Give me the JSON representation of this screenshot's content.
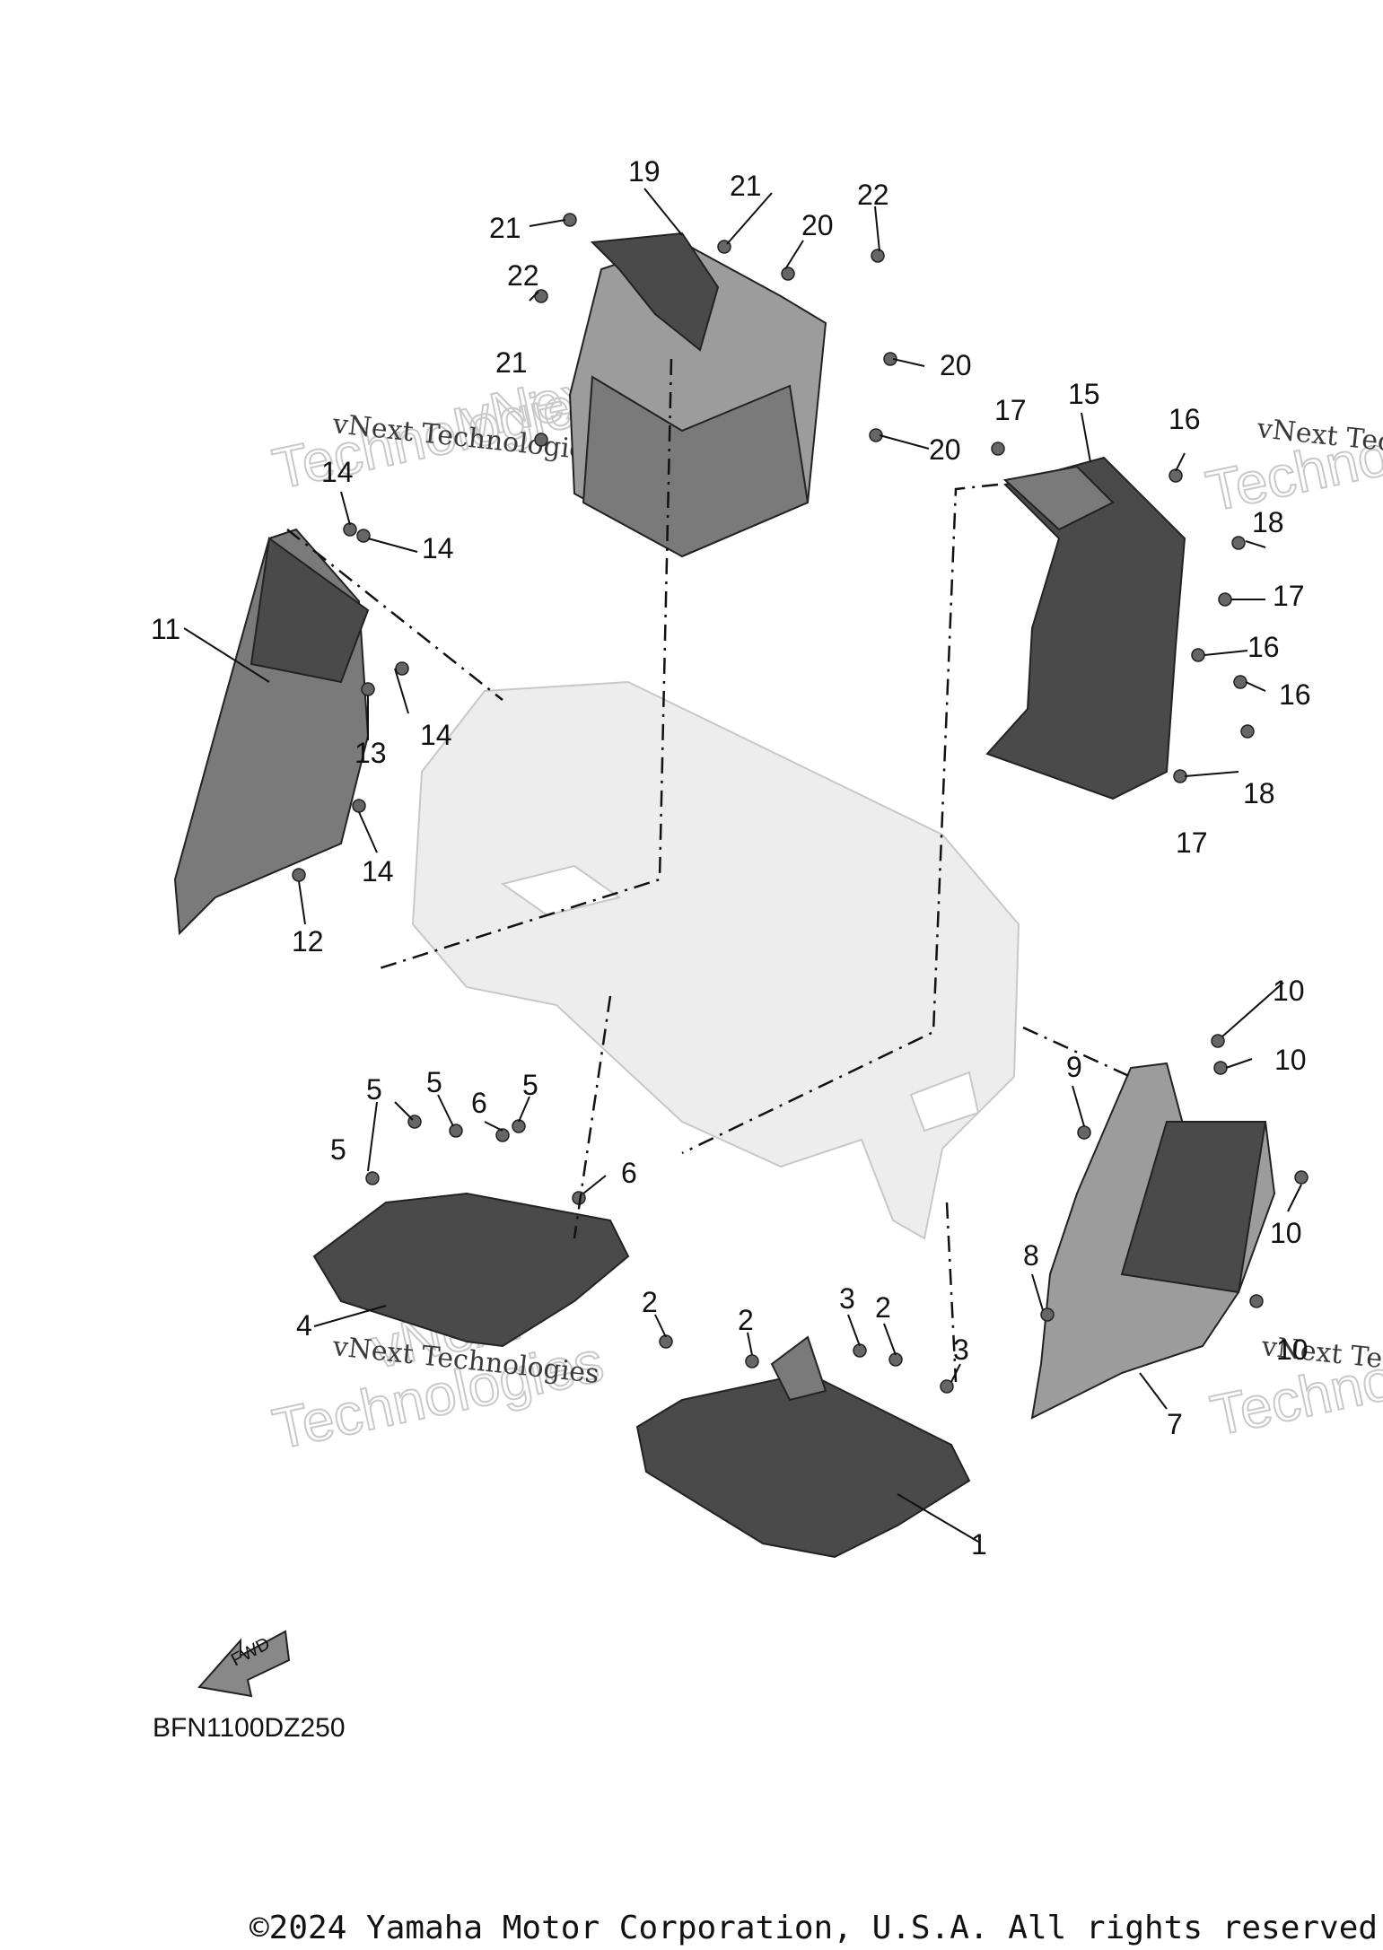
{
  "diagram": {
    "callouts": [
      {
        "label": "19"
      },
      {
        "label": "21"
      },
      {
        "label": "22"
      },
      {
        "label": "21"
      },
      {
        "label": "20"
      },
      {
        "label": "22"
      },
      {
        "label": "20"
      },
      {
        "label": "21"
      },
      {
        "label": "20"
      },
      {
        "label": "17"
      },
      {
        "label": "15"
      },
      {
        "label": "16"
      },
      {
        "label": "18"
      },
      {
        "label": "17"
      },
      {
        "label": "16"
      },
      {
        "label": "16"
      },
      {
        "label": "18"
      },
      {
        "label": "17"
      },
      {
        "label": "14"
      },
      {
        "label": "14"
      },
      {
        "label": "11"
      },
      {
        "label": "14"
      },
      {
        "label": "13"
      },
      {
        "label": "14"
      },
      {
        "label": "12"
      },
      {
        "label": "10"
      },
      {
        "label": "10"
      },
      {
        "label": "9"
      },
      {
        "label": "10"
      },
      {
        "label": "8"
      },
      {
        "label": "10"
      },
      {
        "label": "7"
      },
      {
        "label": "5"
      },
      {
        "label": "5"
      },
      {
        "label": "6"
      },
      {
        "label": "5"
      },
      {
        "label": "5"
      },
      {
        "label": "6"
      },
      {
        "label": "4"
      },
      {
        "label": "2"
      },
      {
        "label": "2"
      },
      {
        "label": "3"
      },
      {
        "label": "2"
      },
      {
        "label": "3"
      },
      {
        "label": "1"
      }
    ],
    "fwd_label": "FWD",
    "diagram_code": "BFN1100DZ250",
    "watermark_text": "vNext Technologies",
    "watermark_big": "Technologies",
    "watermark_next": "vNext",
    "copyright": "©2024 Yamaha Motor Corporation, U.S.A. All rights reserved"
  }
}
